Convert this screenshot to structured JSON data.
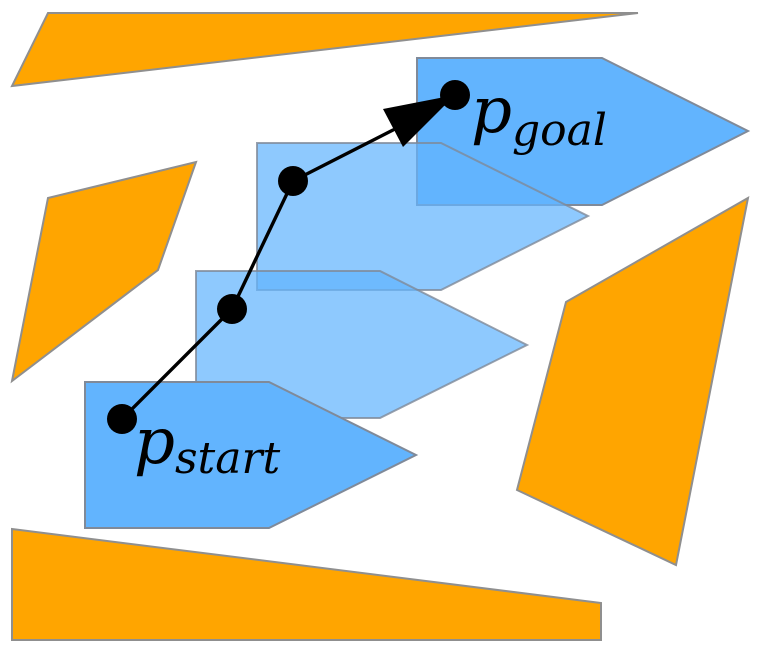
{
  "labels": {
    "start": {
      "main": "p",
      "sub": "start"
    },
    "goal": {
      "main": "p",
      "sub": "goal"
    }
  },
  "colors": {
    "obstacle": "#FFA500",
    "robot": "#62B4FE",
    "outline": "#8f8f8f",
    "path": "#000000"
  }
}
